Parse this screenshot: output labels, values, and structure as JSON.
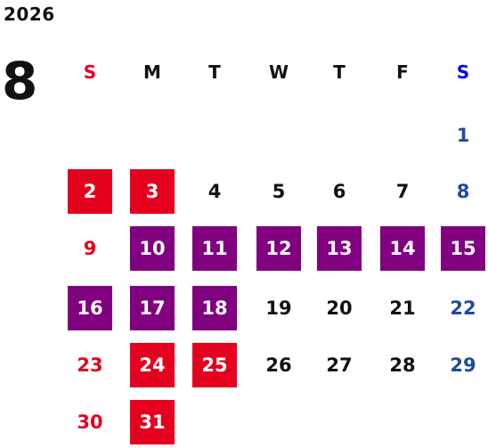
{
  "calendar": {
    "year": "2026",
    "month": "8",
    "weekdays": [
      {
        "label": "S",
        "color": "#e5001e"
      },
      {
        "label": "M",
        "color": "#111111"
      },
      {
        "label": "T",
        "color": "#111111"
      },
      {
        "label": "W",
        "color": "#111111"
      },
      {
        "label": "T",
        "color": "#111111"
      },
      {
        "label": "F",
        "color": "#111111"
      },
      {
        "label": "S",
        "color": "#0000ee"
      }
    ],
    "colors": {
      "sunday_text": "#e5001e",
      "saturday_text": "#1f4aa0",
      "weekday_text": "#111111",
      "holiday_bg": "#e5001e",
      "purple_bg": "#800080",
      "highlight_text": "#ffffff"
    },
    "days": [
      {
        "label": "1",
        "week": 0,
        "weekday": 6,
        "highlight": "none"
      },
      {
        "label": "2",
        "week": 1,
        "weekday": 0,
        "highlight": "red"
      },
      {
        "label": "3",
        "week": 1,
        "weekday": 1,
        "highlight": "red"
      },
      {
        "label": "4",
        "week": 1,
        "weekday": 2,
        "highlight": "none"
      },
      {
        "label": "5",
        "week": 1,
        "weekday": 3,
        "highlight": "none"
      },
      {
        "label": "6",
        "week": 1,
        "weekday": 4,
        "highlight": "none"
      },
      {
        "label": "7",
        "week": 1,
        "weekday": 5,
        "highlight": "none"
      },
      {
        "label": "8",
        "week": 1,
        "weekday": 6,
        "highlight": "none"
      },
      {
        "label": "9",
        "week": 2,
        "weekday": 0,
        "highlight": "none"
      },
      {
        "label": "10",
        "week": 2,
        "weekday": 1,
        "highlight": "purple"
      },
      {
        "label": "11",
        "week": 2,
        "weekday": 2,
        "highlight": "purple"
      },
      {
        "label": "12",
        "week": 2,
        "weekday": 3,
        "highlight": "purple"
      },
      {
        "label": "13",
        "week": 2,
        "weekday": 4,
        "highlight": "purple"
      },
      {
        "label": "14",
        "week": 2,
        "weekday": 5,
        "highlight": "purple"
      },
      {
        "label": "15",
        "week": 2,
        "weekday": 6,
        "highlight": "purple"
      },
      {
        "label": "16",
        "week": 3,
        "weekday": 0,
        "highlight": "purple"
      },
      {
        "label": "17",
        "week": 3,
        "weekday": 1,
        "highlight": "purple"
      },
      {
        "label": "18",
        "week": 3,
        "weekday": 2,
        "highlight": "purple"
      },
      {
        "label": "19",
        "week": 3,
        "weekday": 3,
        "highlight": "none"
      },
      {
        "label": "20",
        "week": 3,
        "weekday": 4,
        "highlight": "none"
      },
      {
        "label": "21",
        "week": 3,
        "weekday": 5,
        "highlight": "none"
      },
      {
        "label": "22",
        "week": 3,
        "weekday": 6,
        "highlight": "none"
      },
      {
        "label": "23",
        "week": 4,
        "weekday": 0,
        "highlight": "none"
      },
      {
        "label": "24",
        "week": 4,
        "weekday": 1,
        "highlight": "red"
      },
      {
        "label": "25",
        "week": 4,
        "weekday": 2,
        "highlight": "red"
      },
      {
        "label": "26",
        "week": 4,
        "weekday": 3,
        "highlight": "none"
      },
      {
        "label": "27",
        "week": 4,
        "weekday": 4,
        "highlight": "none"
      },
      {
        "label": "28",
        "week": 4,
        "weekday": 5,
        "highlight": "none"
      },
      {
        "label": "29",
        "week": 4,
        "weekday": 6,
        "highlight": "none"
      },
      {
        "label": "30",
        "week": 5,
        "weekday": 0,
        "highlight": "none"
      },
      {
        "label": "31",
        "week": 5,
        "weekday": 1,
        "highlight": "red"
      }
    ]
  }
}
